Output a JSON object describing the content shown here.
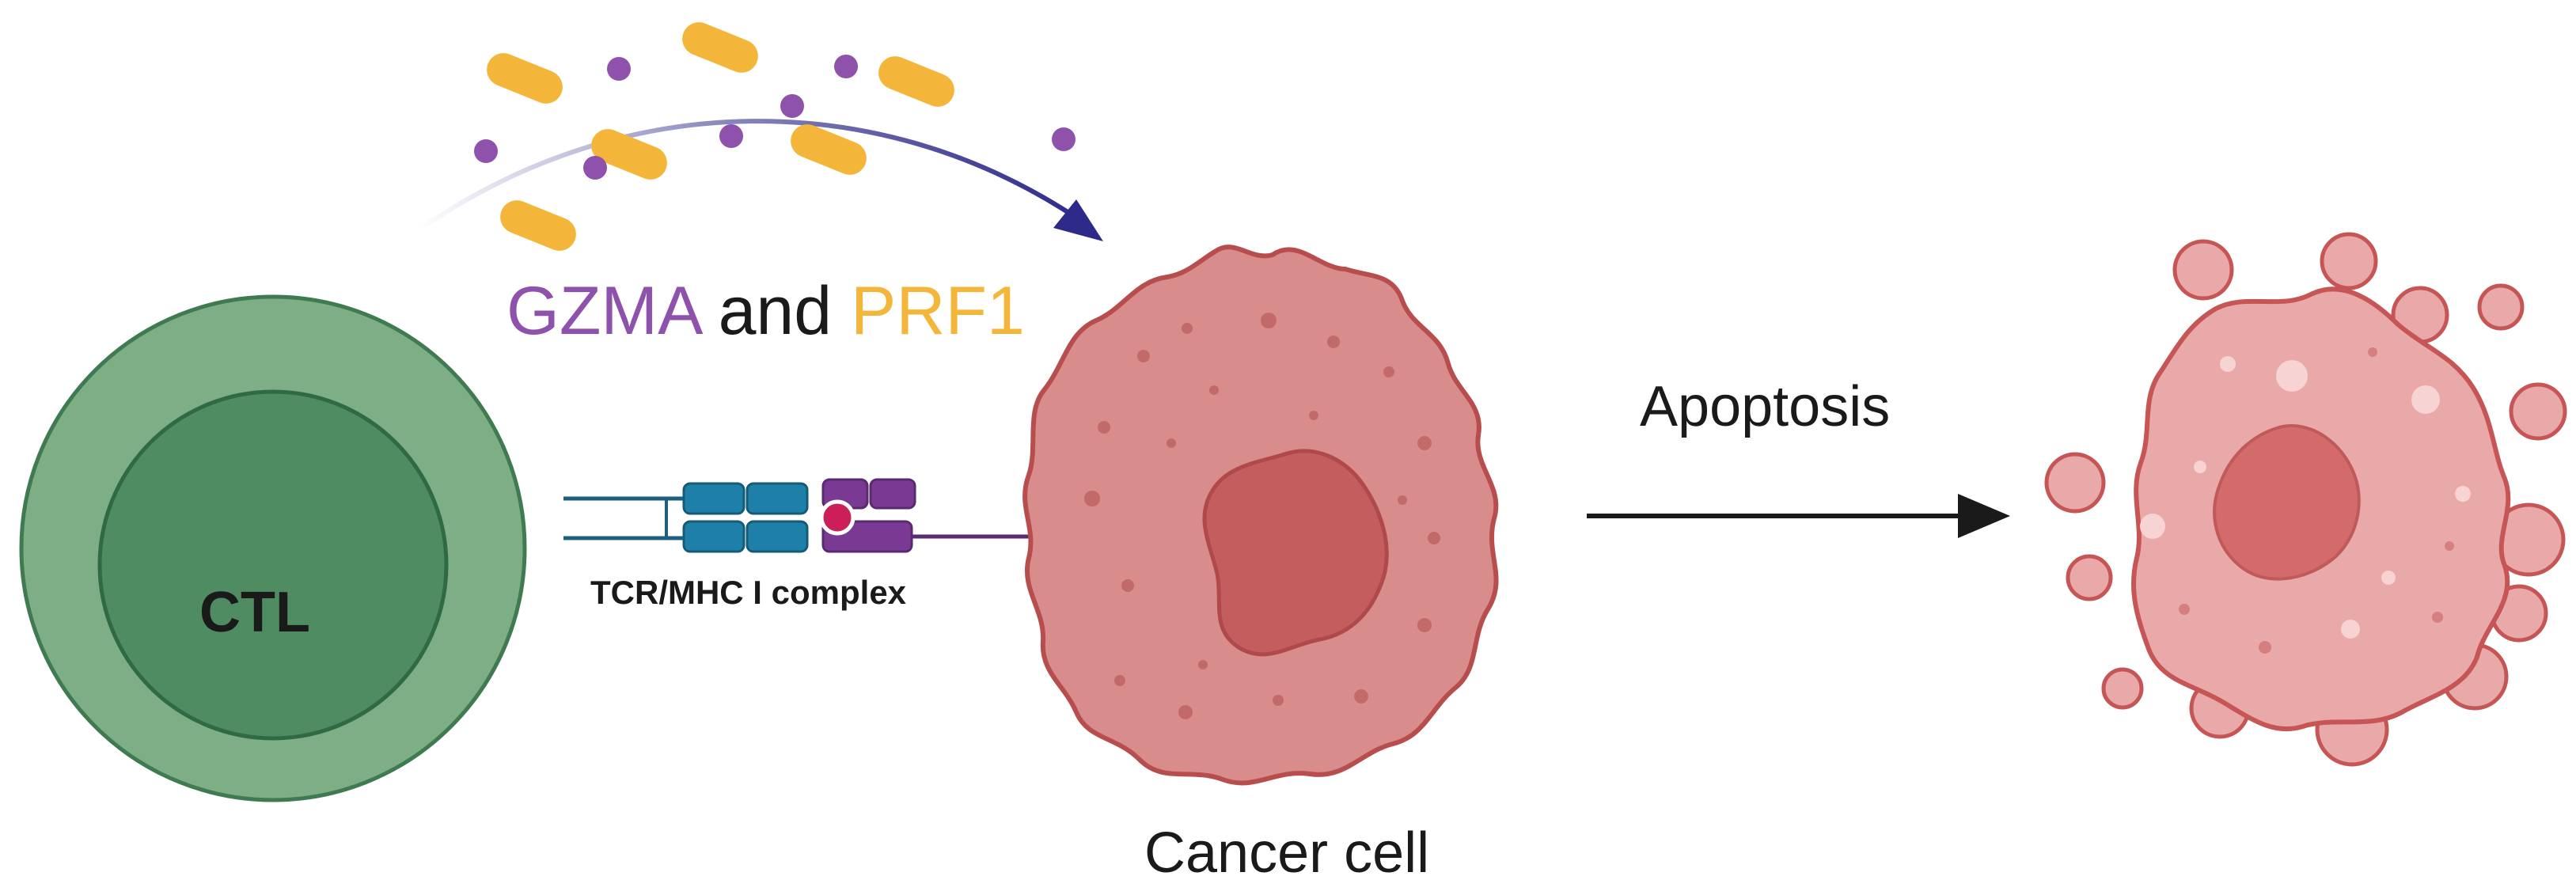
{
  "labels": {
    "ctl": "CTL",
    "mediator_a": "GZMA",
    "connector": "and",
    "mediator_b": "PRF1",
    "receptor_complex": "TCR/MHC I complex",
    "process": "Apoptosis",
    "target_cell": "Cancer cell"
  },
  "colors": {
    "ctl_outer": "#7dae86",
    "ctl_inner": "#4f8c62",
    "gzma": "#8e52ad",
    "prf1": "#f4b63a",
    "tcr_blue": "#1e7fa8",
    "mhc_purple": "#7a3a93",
    "peptide": "#cc1f5a",
    "cancer_cell": "#d98c8c",
    "cancer_nucleus": "#c45e5e",
    "apoptotic_cell": "#eaa9a9",
    "arrow_dark": "#2e2a8a",
    "arrow_black": "#1a1a1a"
  }
}
